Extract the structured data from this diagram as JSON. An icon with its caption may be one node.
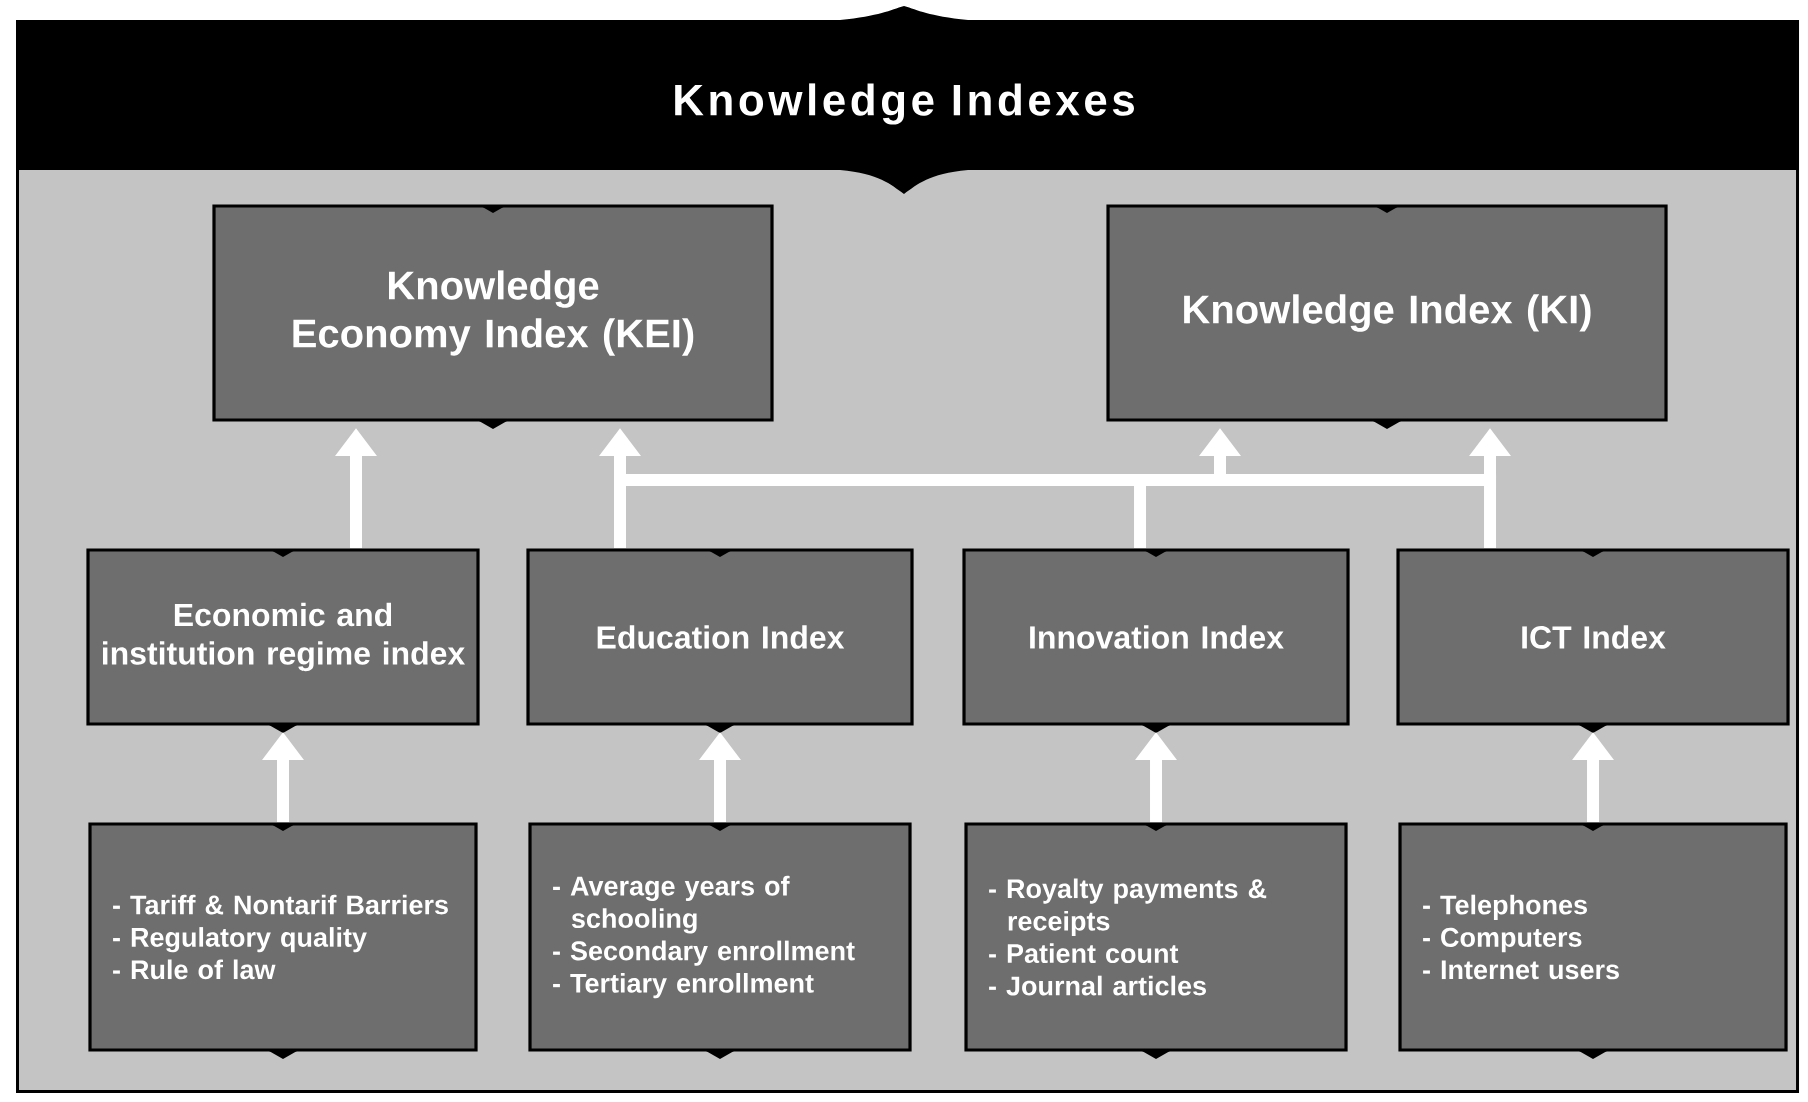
{
  "diagram": {
    "nodes": [
      {
        "text": [
          "Knowledge Indexes"
        ]
      },
      {
        "text": [
          "Knowledge Economy Index (KEI)"
        ],
        "in": 0
      },
      {
        "text": [
          "Knowledge Index (KI)"
        ],
        "in": 0
      },
      {
        "text": [
          "Economic and institution regime index"
        ],
        "in": 0
      },
      {
        "text": [
          "Education Index"
        ],
        "in": 0
      },
      {
        "text": [
          "Innovation Index"
        ],
        "in": 0
      },
      {
        "text": [
          "ICT Index"
        ],
        "in": 0
      },
      {
        "text": [
          "- Tariff & Nontarif Barriers",
          "- Regulatory quality",
          "- Rule of law"
        ],
        "in": 0
      },
      {
        "text": [
          "- Average years of schooling",
          "- Secondary enrollment",
          "- Tertiary enrollment"
        ],
        "in": 0
      },
      {
        "text": [
          "- Royalty payments & receipts",
          "- Patient count",
          "- Journal articles"
        ],
        "in": 0
      },
      {
        "text": [
          "- Telephones",
          "- Computers",
          "- Internet users"
        ],
        "in": 0
      }
    ],
    "edges": [
      {
        "from": 3,
        "to": 1,
        "arrow": "to"
      },
      {
        "from": 4,
        "to": 1,
        "arrow": "to"
      },
      {
        "from": 5,
        "to": 1,
        "arrow": "to"
      },
      {
        "from": 6,
        "to": 1,
        "arrow": "to"
      },
      {
        "from": 4,
        "to": 2,
        "arrow": "to"
      },
      {
        "from": 5,
        "to": 2,
        "arrow": "to"
      },
      {
        "from": 6,
        "to": 2,
        "arrow": "to"
      },
      {
        "from": 7,
        "to": 3,
        "arrow": "to"
      },
      {
        "from": 8,
        "to": 4,
        "arrow": "to"
      },
      {
        "from": 9,
        "to": 5,
        "arrow": "to"
      },
      {
        "from": 10,
        "to": 6,
        "arrow": "to"
      }
    ]
  }
}
